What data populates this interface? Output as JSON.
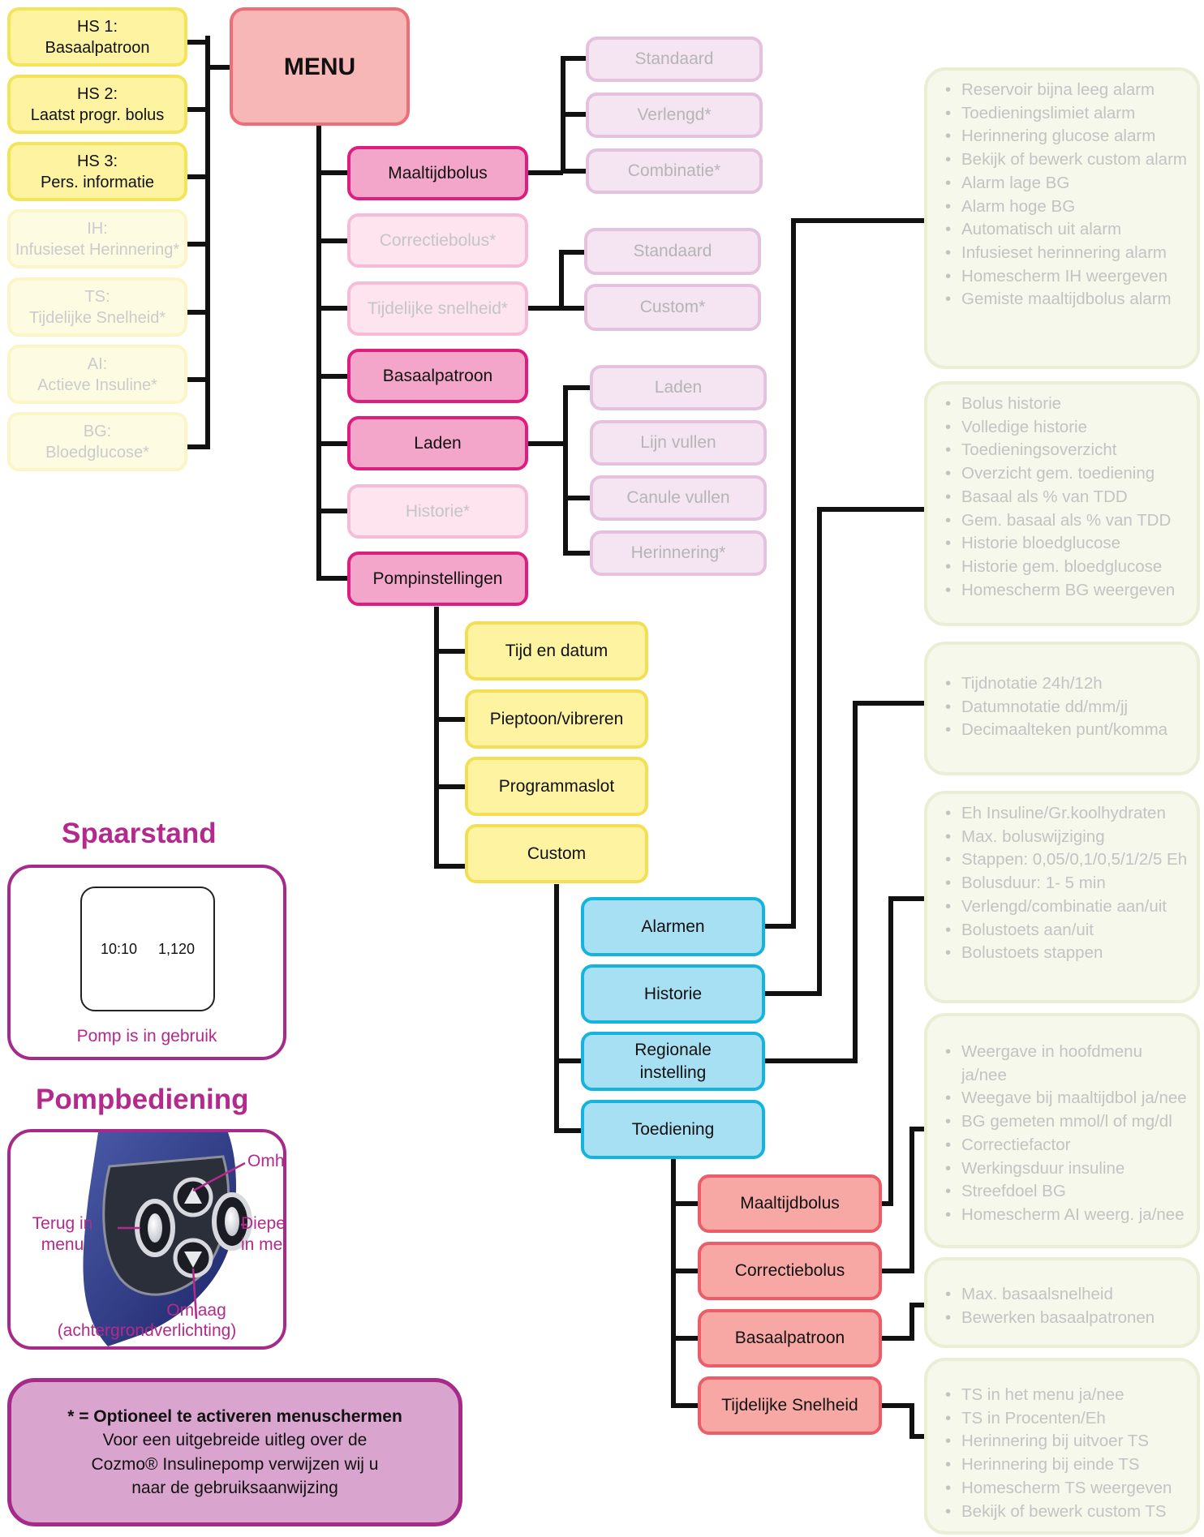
{
  "home_screens": [
    {
      "line1": "HS 1:",
      "line2": "Basaalpatroon"
    },
    {
      "line1": "HS 2:",
      "line2": "Laatst progr. bolus"
    },
    {
      "line1": "HS 3:",
      "line2": "Pers. informatie"
    },
    {
      "line1": "IH:",
      "line2": "Infusieset Herinnering*"
    },
    {
      "line1": "TS:",
      "line2": "Tijdelijke Snelheid*"
    },
    {
      "line1": "AI:",
      "line2": "Actieve Insuline*"
    },
    {
      "line1": "BG:",
      "line2": "Bloedglucose*"
    }
  ],
  "menu": {
    "title": "MENU"
  },
  "main_items": {
    "maaltijdbolus": "Maaltijdbolus",
    "correctiebolus": "Correctiebolus*",
    "tijdelijke_snelheid": "Tijdelijke snelheid*",
    "basaalpatroon": "Basaalpatroon",
    "laden": "Laden",
    "historie": "Historie*",
    "pompinstellingen": "Pompinstellingen"
  },
  "maaltijdbolus_sub": [
    "Standaard",
    "Verlengd*",
    "Combinatie*"
  ],
  "tijdelijke_sub": [
    "Standaard",
    "Custom*"
  ],
  "laden_sub": [
    "Laden",
    "Lijn vullen",
    "Canule vullen",
    "Herinnering*"
  ],
  "pomp_sub": [
    "Tijd en datum",
    "Pieptoon/vibreren",
    "Programmaslot",
    "Custom"
  ],
  "custom_sub": [
    "Alarmen",
    "Historie",
    "Regionale instelling",
    "Toediening"
  ],
  "toediening_sub": [
    "Maaltijdbolus",
    "Correctiebolus",
    "Basaalpatroon",
    "Tijdelijke Snelheid"
  ],
  "panels": {
    "alarmen": [
      "Reservoir bijna leeg alarm",
      "Toedieningslimiet alarm",
      "Herinnering glucose alarm",
      "Bekijk of bewerk custom alarm",
      "Alarm lage BG",
      "Alarm hoge BG",
      "Automatisch uit alarm",
      "Infusieset herinnering alarm",
      "Homescherm IH weergeven",
      "Gemiste maaltijdbolus alarm"
    ],
    "historie": [
      "Bolus historie",
      "Volledige historie",
      "Toedieningsoverzicht",
      "Overzicht gem. toediening",
      "Basaal als % van TDD",
      "Gem. basaal als % van TDD",
      "Historie bloedglucose",
      "Historie gem. bloedglucose",
      "Homescherm BG weergeven"
    ],
    "regionaal": [
      "Tijdnotatie 24h/12h",
      "Datumnotatie dd/mm/jj",
      "Decimaalteken punt/komma"
    ],
    "maaltijdbolus": [
      "Eh Insuline/Gr.koolhydraten",
      "Max. boluswijziging",
      "Stappen: 0,05/0,1/0,5/1/2/5 Eh",
      "Bolusduur: 1- 5 min",
      "Verlengd/combinatie aan/uit",
      "Bolustoets aan/uit",
      "Bolustoets stappen"
    ],
    "correctiebolus": [
      "Weergave in hoofdmenu ja/nee",
      "Weegave bij maaltijdbol ja/nee",
      "BG gemeten mmol/l of mg/dl",
      "Correctiefactor",
      "Werkingsduur insuline",
      "Streefdoel BG",
      "Homescherm AI weerg. ja/nee"
    ],
    "basaal": [
      "Max. basaalsnelheid",
      "Bewerken basaalpatronen"
    ],
    "tijdelijk": [
      "TS in het menu ja/nee",
      "TS in Procenten/Eh",
      "Herinnering bij uitvoer TS",
      "Herinnering bij einde TS",
      "Homescherm TS weergeven",
      "Bekijk of bewerk custom TS"
    ]
  },
  "spaarstand": {
    "title": "Spaarstand",
    "time": "10:10",
    "value": "1,120",
    "caption": "Pomp is in gebruik"
  },
  "pompbediening": {
    "title": "Pompbediening",
    "omhoog": "Omhoog",
    "terug": "Terug in menu",
    "dieper": "Dieper in menu",
    "omlaag": "Omlaag",
    "omlaag_sub": "(achtergrondverlichting)"
  },
  "footnote": {
    "bold": "* = Optioneel te activeren menuschermen",
    "line1": "Voor een uitgebreide uitleg over de",
    "line2": "Cozmo® Insulinepomp verwijzen wij u",
    "line3": "naar de gebruiksaanwijzing"
  }
}
